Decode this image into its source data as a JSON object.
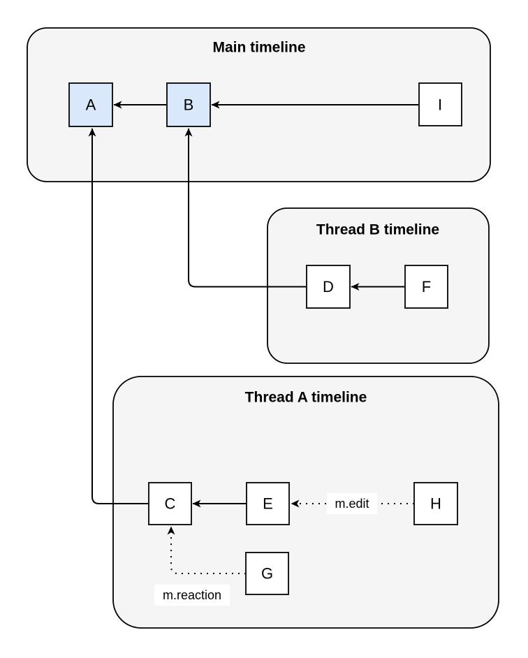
{
  "diagram": {
    "type": "event-graph",
    "containers": [
      {
        "id": "main-timeline",
        "title": "Main timeline"
      },
      {
        "id": "thread-b-timeline",
        "title": "Thread B timeline"
      },
      {
        "id": "thread-a-timeline",
        "title": "Thread A timeline"
      }
    ],
    "nodes": {
      "a": {
        "label": "A",
        "container": "main-timeline",
        "highlighted": true
      },
      "b": {
        "label": "B",
        "container": "main-timeline",
        "highlighted": true
      },
      "i": {
        "label": "I",
        "container": "main-timeline",
        "highlighted": false
      },
      "d": {
        "label": "D",
        "container": "thread-b-timeline",
        "highlighted": false
      },
      "f": {
        "label": "F",
        "container": "thread-b-timeline",
        "highlighted": false
      },
      "c": {
        "label": "C",
        "container": "thread-a-timeline",
        "highlighted": false
      },
      "e": {
        "label": "E",
        "container": "thread-a-timeline",
        "highlighted": false
      },
      "h": {
        "label": "H",
        "container": "thread-a-timeline",
        "highlighted": false
      },
      "g": {
        "label": "G",
        "container": "thread-a-timeline",
        "highlighted": false
      }
    },
    "edges": [
      {
        "from": "B",
        "to": "A",
        "style": "solid",
        "label": ""
      },
      {
        "from": "I",
        "to": "B",
        "style": "solid",
        "label": ""
      },
      {
        "from": "F",
        "to": "D",
        "style": "solid",
        "label": ""
      },
      {
        "from": "D",
        "to": "B",
        "style": "solid",
        "label": ""
      },
      {
        "from": "E",
        "to": "C",
        "style": "solid",
        "label": ""
      },
      {
        "from": "H",
        "to": "E",
        "style": "dotted",
        "label": "m.edit"
      },
      {
        "from": "G",
        "to": "C",
        "style": "dotted",
        "label": "m.reaction"
      },
      {
        "from": "C",
        "to": "A",
        "style": "solid",
        "label": ""
      }
    ],
    "colors": {
      "container_fill": "#f5f5f5",
      "highlight_node_fill": "#dae8fc",
      "node_fill": "#ffffff",
      "stroke": "#000000",
      "label_background": "#ffffff"
    }
  }
}
